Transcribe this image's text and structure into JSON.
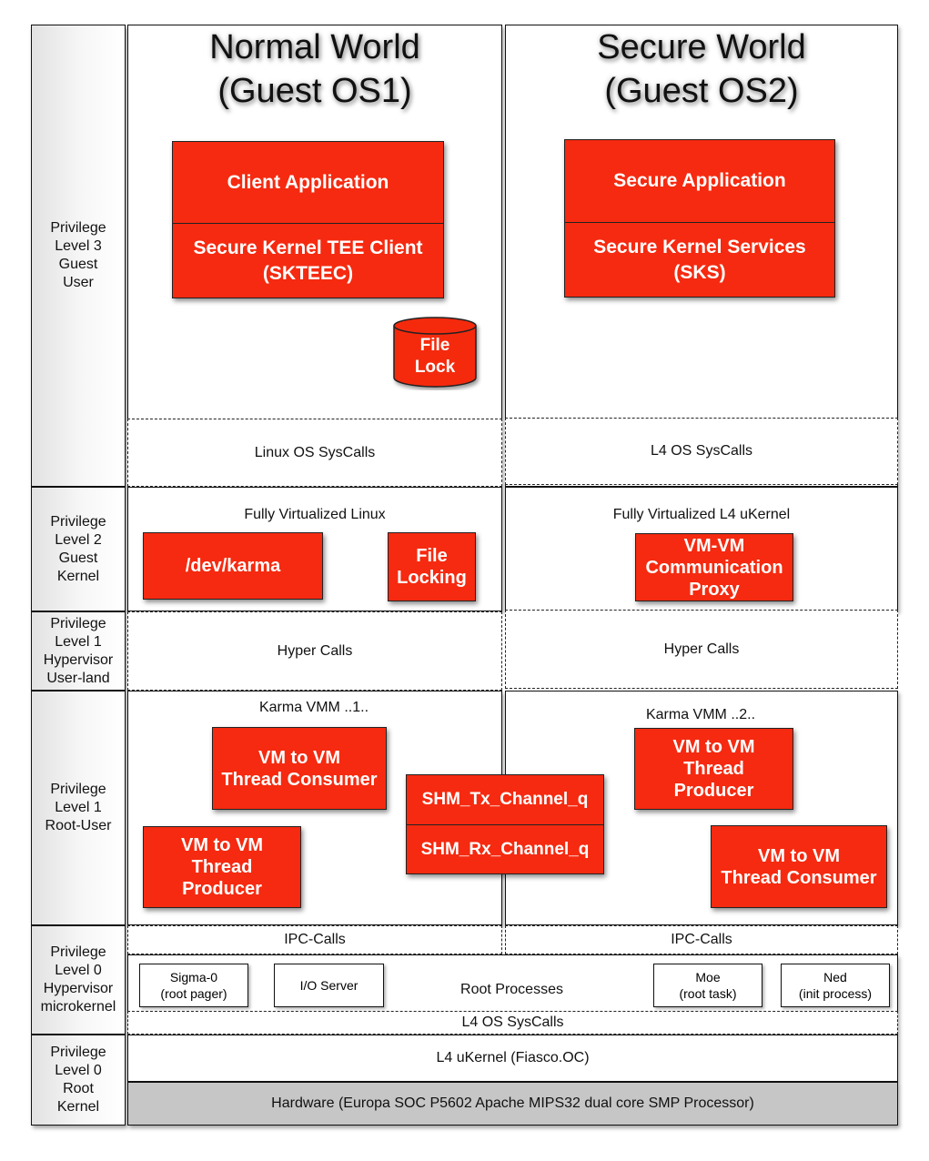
{
  "left_column": {
    "privilege_levels": [
      "Privilege\nLevel 3\nGuest\nUser",
      "Privilege\nLevel 2\nGuest\nKernel",
      "Privilege\nLevel 1\nHypervisor\nUser-land",
      "Privilege\nLevel 1\nRoot-User",
      "Privilege\nLevel 0\nHypervisor\nmicrokernel",
      "Privilege\nLevel 0\nRoot\nKernel"
    ]
  },
  "normal_world": {
    "title": "Normal World\n(Guest OS1)",
    "client_application": "Client Application",
    "skteec": "Secure Kernel TEE Client\n(SKTEEC)",
    "file_lock": "File\nLock",
    "syscalls": "Linux OS SysCalls",
    "kernel_title": "Fully Virtualized Linux",
    "dev_karma": "/dev/karma",
    "file_locking": "File\nLocking",
    "hyper_calls": "Hyper Calls",
    "vmm_title": "Karma VMM ..1..",
    "thread_consumer": "VM to VM\nThread Consumer",
    "thread_producer": "VM to VM\nThread\nProducer",
    "ipc_calls": "IPC-Calls"
  },
  "secure_world": {
    "title": "Secure World\n(Guest OS2)",
    "secure_application": "Secure Application",
    "sks": "Secure Kernel Services\n(SKS)",
    "syscalls": "L4 OS SysCalls",
    "kernel_title": "Fully Virtualized L4 uKernel",
    "vm_proxy": "VM-VM\nCommunication\nProxy",
    "hyper_calls": "Hyper Calls",
    "vmm_title": "Karma VMM ..2..",
    "thread_producer": "VM to VM\nThread\nProducer",
    "thread_consumer": "VM to VM\nThread Consumer",
    "ipc_calls": "IPC-Calls"
  },
  "shm": {
    "tx": "SHM_Tx_Channel_q",
    "rx": "SHM_Rx_Channel_q"
  },
  "root_processes": {
    "label": "Root Processes",
    "sigma0": "Sigma-0\n(root pager)",
    "io_server": "I/O Server",
    "moe": "Moe\n(root task)",
    "ned": "Ned\n(init process)",
    "syscalls": "L4 OS SysCalls"
  },
  "ukernel": "L4 uKernel (Fiasco.OC)",
  "hardware": "Hardware (Europa SOC P5602 Apache MIPS32 dual core SMP Processor)",
  "colors": {
    "accent_red": "#f52a10",
    "hardware_gray": "#c6c6c6"
  }
}
